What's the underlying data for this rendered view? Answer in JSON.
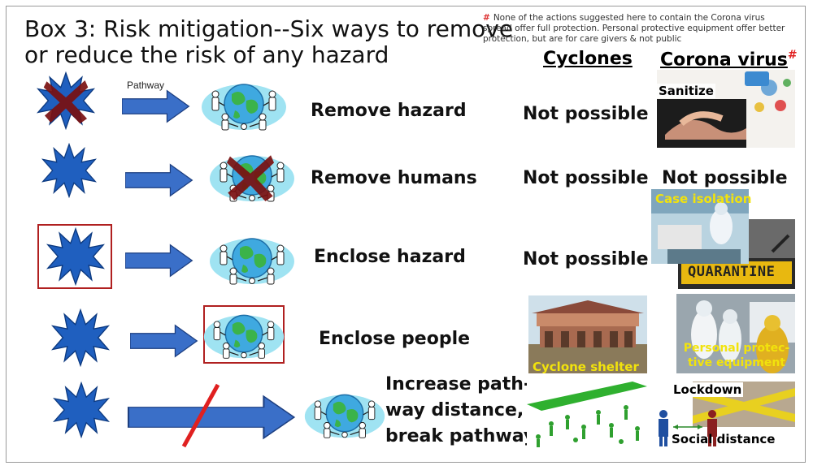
{
  "title_line1": "Box 3: Risk mitigation--Six ways to remove",
  "title_line2": "or reduce the risk of any hazard",
  "footnote": {
    "mark": "#",
    "text": "None of the actions suggested here to contain the Corona virus spread offer full protection. Personal protective equipment offer better protection, but are for care givers & not public"
  },
  "columns": {
    "cyclones": "Cyclones",
    "corona": "Corona virus",
    "corona_mark": "#"
  },
  "pathway_label": "Pathway",
  "rows": [
    {
      "label": "Remove hazard",
      "cyclones": "Not possible",
      "corona": ""
    },
    {
      "label": "Remove humans",
      "cyclones": "Not possible",
      "corona": "Not possible"
    },
    {
      "label": "Enclose hazard",
      "cyclones": "Not possible",
      "corona": ""
    },
    {
      "label": "Enclose people",
      "cyclones": "",
      "corona": ""
    },
    {
      "label_lines": [
        "Increase path-",
        "way distance,",
        "break pathway"
      ],
      "cyclones": "",
      "corona": ""
    }
  ],
  "captions": {
    "sanitize": "Sanitize",
    "case_isolation": "Case isolation",
    "quarantine": "QUARANTINE",
    "cyclone_shelter": "Cyclone shelter",
    "ppe_line1": "Personal protec-",
    "ppe_line2": "tive equipment",
    "lockdown": "Lockdown",
    "social_distance": "Social distance"
  },
  "colors": {
    "hazard_blue": "#1f5fbf",
    "arrow_blue": "#3a6fc8",
    "cross_red": "#7a1010",
    "enclose_red": "#b02020",
    "caption_yellow": "#f2e30c"
  }
}
